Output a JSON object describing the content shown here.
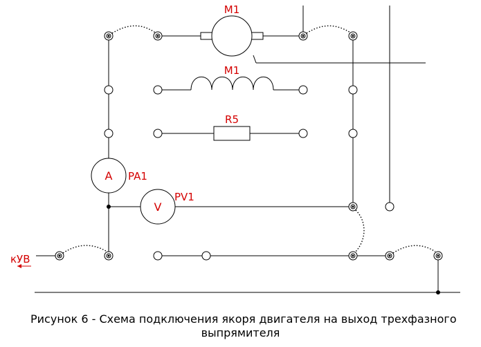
{
  "labels": {
    "motor_top": "M1",
    "winding": "M1",
    "resistor": "R5",
    "ammeter_tag": "PA1",
    "ammeter_symbol": "A",
    "voltmeter_tag": "PV1",
    "voltmeter_symbol": "V",
    "input": "кУВ"
  },
  "caption": {
    "line1": "Рисунок 6 - Схема подключения якоря двигателя на выход трехфазного",
    "line2": "выпрямителя"
  }
}
